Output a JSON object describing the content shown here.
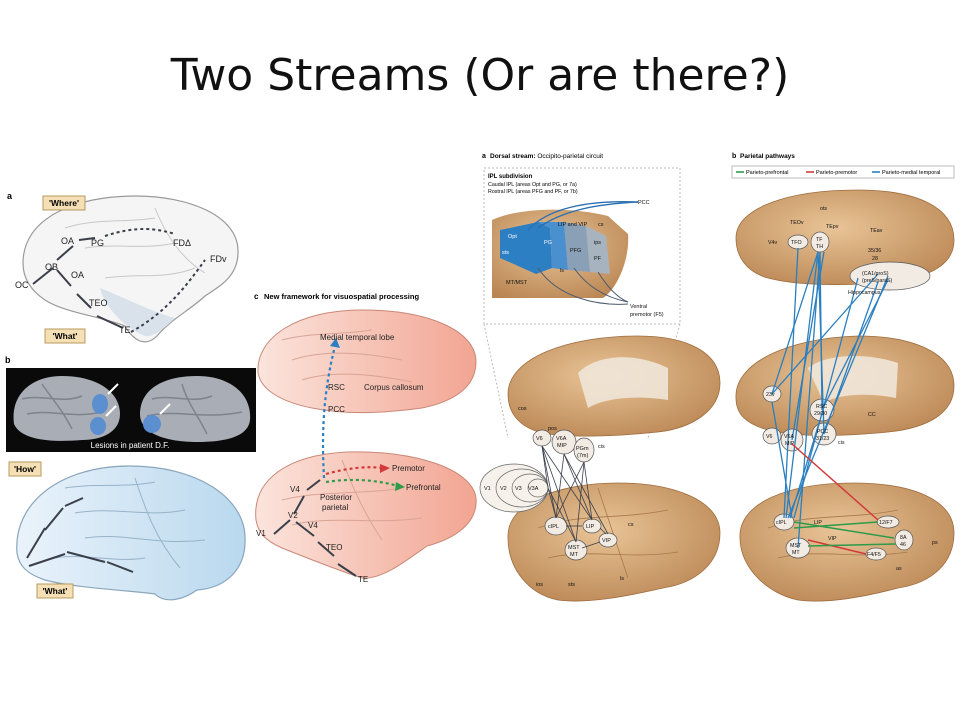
{
  "title": "Two Streams (Or are there?)",
  "panel_a_left": {
    "letter": "a",
    "where_label": "'Where'",
    "what_label": "'What'",
    "areas": [
      "OC",
      "OB",
      "OA",
      "PG",
      "OA",
      "TEO",
      "TE",
      "FDΔ",
      "FDv"
    ]
  },
  "panel_b_left": {
    "letter": "b",
    "caption": "Lesions in patient D.F.",
    "how_label": "'How'",
    "what_label": "'What'"
  },
  "panel_c": {
    "letter": "c",
    "heading": "New framework for visuospatial processing",
    "labels": {
      "mtl": "Medial temporal lobe",
      "rsc": "RSC",
      "pcc": "PCC",
      "cc": "Corpus callosum",
      "premotor": "Premotor",
      "prefrontal": "Prefrontal",
      "v4a": "V4",
      "post1": "Posterior",
      "post2": "parietal",
      "v2": "V2",
      "v1": "V1",
      "v4b": "V4",
      "teo": "TEO",
      "te": "TE"
    }
  },
  "panel_dorsal": {
    "letter": "a",
    "heading_bold": "Dorsal stream:",
    "heading_rest": " Occipito-parietal circuit",
    "ipl_title": "IPL subdivision",
    "ipl_caudal": "Caudal IPL (areas Opt and PG, or 7a)",
    "ipl_rostral": "Rostral IPL (areas PFG and PF, or 7b)",
    "inset_areas": [
      "PCC",
      "Opt",
      "PG",
      "LIP and VIP",
      "cs",
      "ips",
      "PFG",
      "PF",
      "sts",
      "ls",
      "MT/MST"
    ],
    "ventral_1": "Ventral",
    "ventral_2": "premotor (F5)",
    "medial_labels": [
      "cos",
      "pos",
      "V6",
      "V6A",
      "MIP",
      "PGm",
      "(7m)",
      "cis"
    ],
    "visual_areas": [
      "V1",
      "V2",
      "V3",
      "V3A"
    ],
    "lateral_labels": [
      "cIPL",
      "LIP",
      "VIP",
      "MST",
      "MT",
      "cs",
      "ios",
      "sts",
      "ls"
    ]
  },
  "panel_parietal": {
    "letter": "b",
    "heading": "Parietal pathways",
    "legend": [
      {
        "label": "Parieto-prefrontal",
        "color": "#2e9a4a"
      },
      {
        "label": "Parieto-premotor",
        "color": "#d23a3a"
      },
      {
        "label": "Parieto-medial temporal",
        "color": "#2a7fc0"
      }
    ],
    "top_labels": [
      "ots",
      "TEOv",
      "TEpv",
      "TEav",
      "V4v",
      "TFO",
      "TF",
      "TH",
      "35/36",
      "28",
      "(CA1/proS)",
      "(preS/paraS)",
      "Hippocampus"
    ],
    "mid_labels": [
      "23v",
      "RSC",
      "29/30",
      "PCC",
      "31/23",
      "CC",
      "V6",
      "V6A",
      "MIP",
      "cis"
    ],
    "bottom_labels": [
      "cIPL",
      "LIP",
      "VIP",
      "MST",
      "MT",
      "12/F7",
      "8A",
      "46",
      "F4/F5",
      "ps",
      "as"
    ]
  }
}
